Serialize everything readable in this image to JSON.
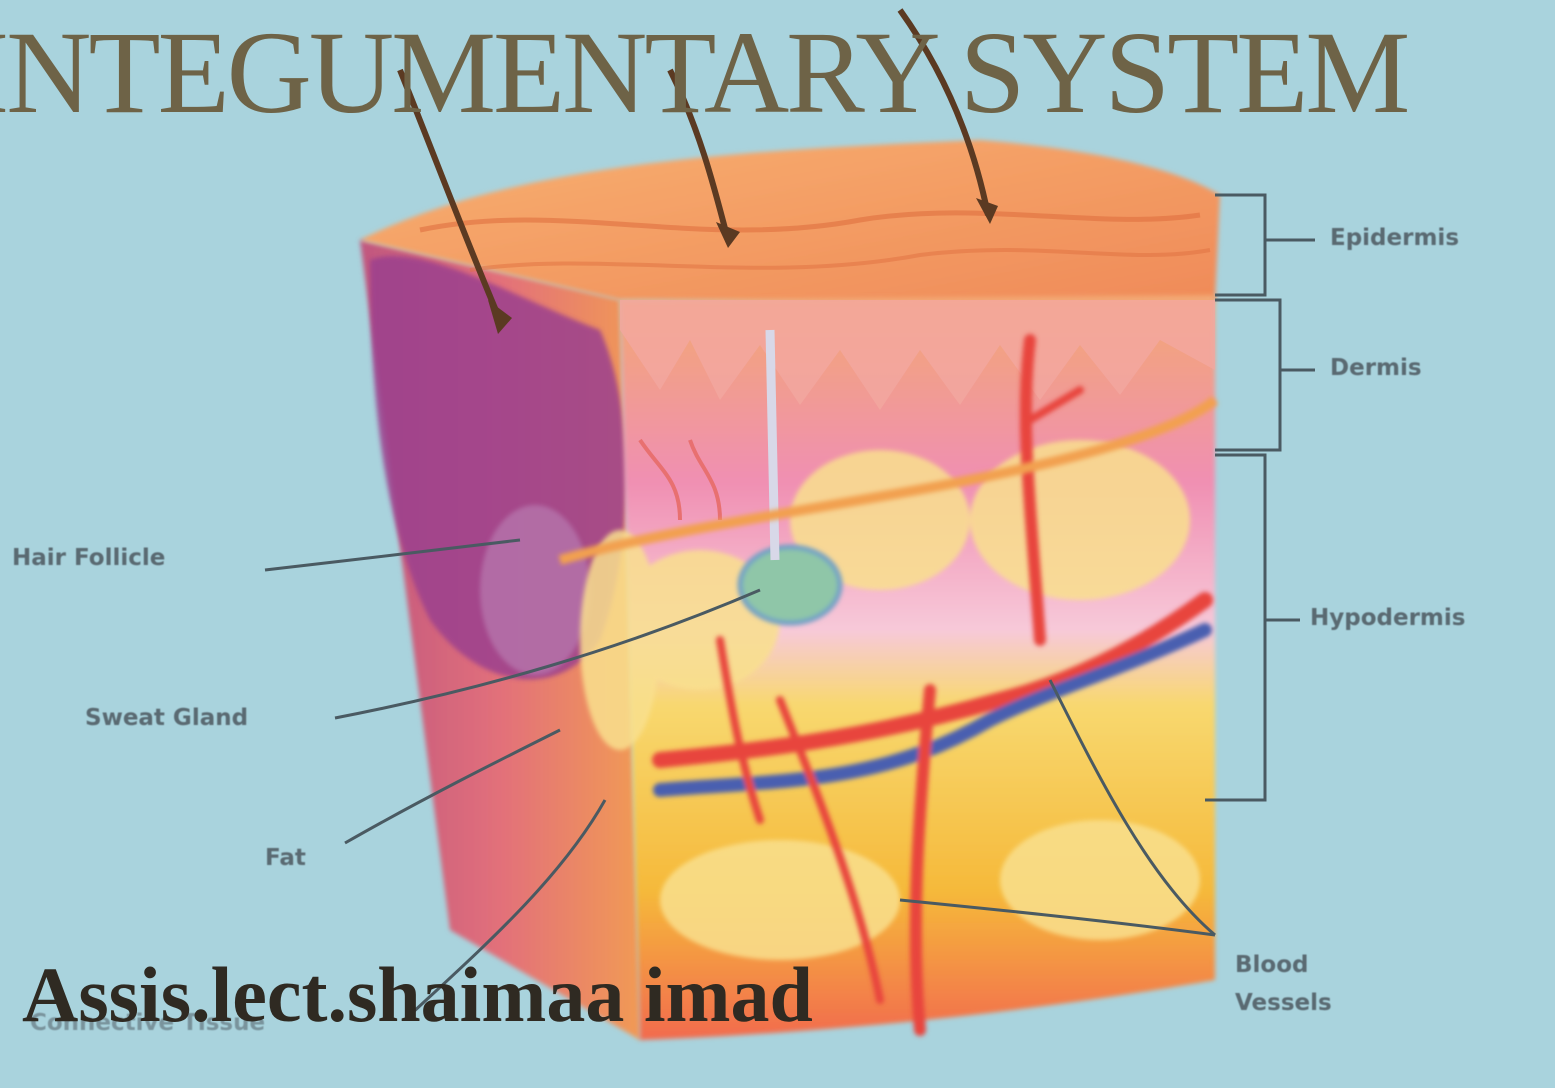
{
  "slide": {
    "title": "INTEGUMENTARY SYSTEM",
    "author": "Assis.lect.shaimaa imad"
  },
  "diagram": {
    "labels": {
      "epidermis": "Epidermis",
      "dermis": "Dermis",
      "hypodermis": "Hypodermis",
      "hair_follicle": "Hair Follicle",
      "sweat_gland": "Sweat Gland",
      "fat": "Fat",
      "blood_vessels_1": "Blood",
      "blood_vessels_2": "Vessels",
      "connective_tissue": "Connective Tissue"
    }
  },
  "colors": {
    "background": "#a9d3dd",
    "title": "#6e6347",
    "author": "#2f2a22",
    "epidermis": "#f0a06a",
    "dermis": "#ee8fb0",
    "fat": "#f7d27a",
    "artery": "#e8453c",
    "vein": "#4a5fb0",
    "follicle": "#9b3f8e"
  }
}
